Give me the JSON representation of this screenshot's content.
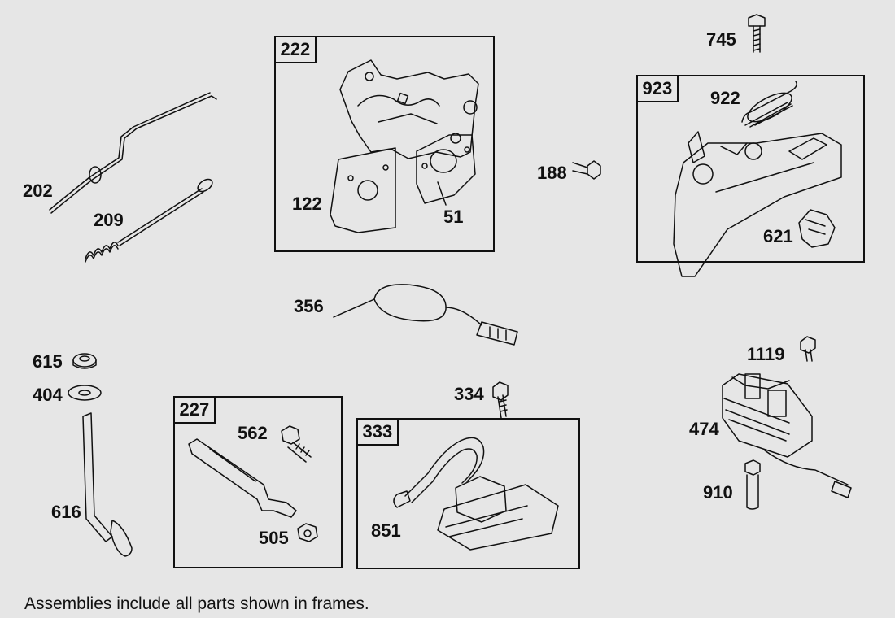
{
  "frames": {
    "f222": "222",
    "f923": "923",
    "f227": "227",
    "f333": "333"
  },
  "parts": {
    "p745": "745",
    "p922": "922",
    "p202": "202",
    "p209": "209",
    "p122": "122",
    "p51": "51",
    "p188": "188",
    "p621": "621",
    "p356": "356",
    "p615": "615",
    "p404": "404",
    "p616": "616",
    "p562": "562",
    "p505": "505",
    "p334": "334",
    "p851": "851",
    "p1119": "1119",
    "p474": "474",
    "p910": "910"
  },
  "footnote": "Assemblies include all parts shown in frames.",
  "colors": {
    "background": "#e6e6e6",
    "line": "#111111"
  }
}
